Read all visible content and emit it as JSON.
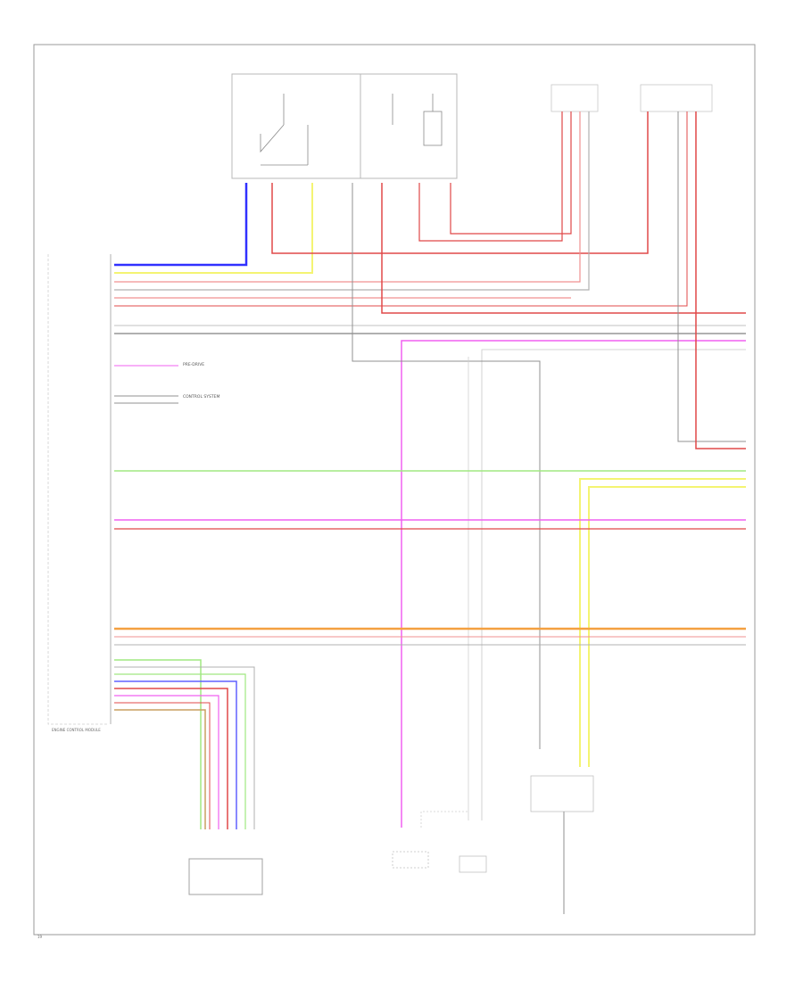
{
  "diagram": {
    "note_a": "PRE-DRIVE",
    "note_b": "CONTROL SYSTEM",
    "ecm_caption": "ENGINE CONTROL MODULE",
    "page_mark": "19"
  },
  "colors": {
    "blu": "#3030ff",
    "yel": "#f4f472",
    "red": "#e04848",
    "red_light": "#f09090",
    "gry": "#b0b0b0",
    "dkgry": "#808080",
    "pnk": "#f060f0",
    "grn": "#a0e880",
    "org": "#f4a040",
    "brn": "#c8a060"
  }
}
